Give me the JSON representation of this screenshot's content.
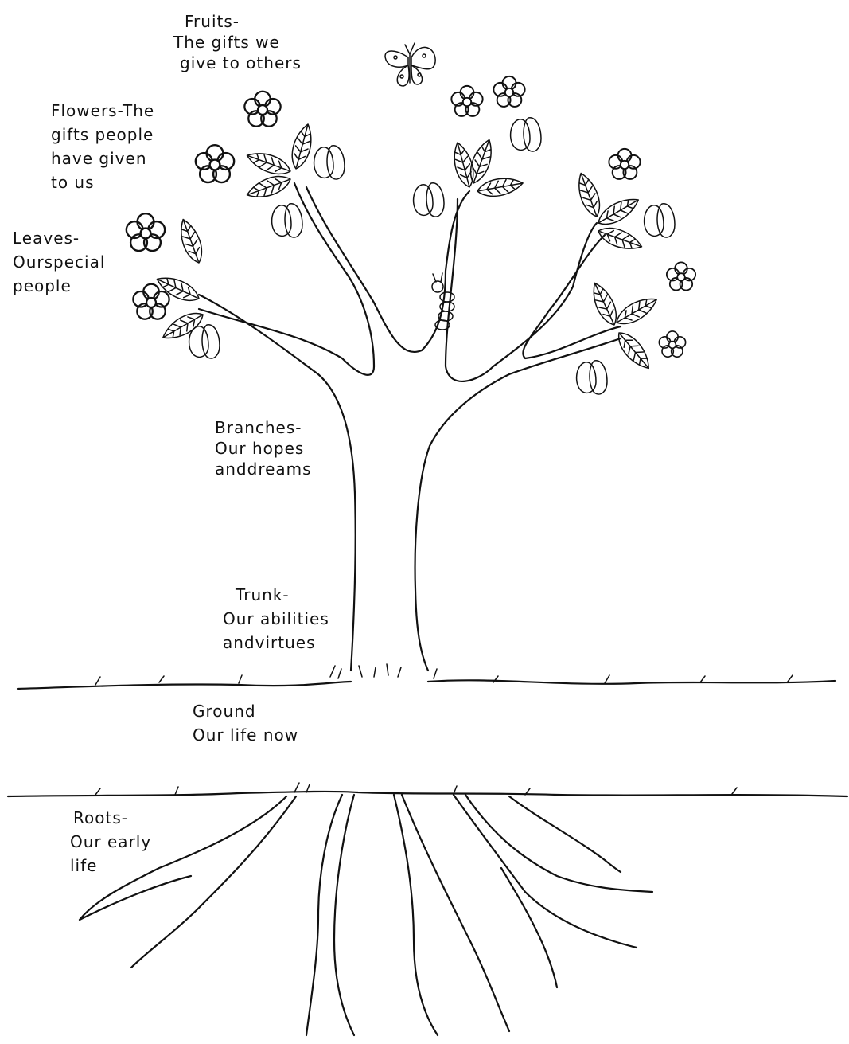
{
  "labels": {
    "fruits": {
      "title": "Fruits-",
      "lines": [
        "The gifts we",
        "give to others"
      ]
    },
    "flowers": {
      "title": "Flowers-The",
      "lines": [
        "gifts people",
        "have given",
        "to us"
      ]
    },
    "leaves": {
      "title": "Leaves-",
      "lines": [
        "Ourspecial",
        "people"
      ]
    },
    "branches": {
      "title": "Branches-",
      "lines": [
        "Our hopes",
        "anddreams"
      ]
    },
    "trunk": {
      "title": "Trunk-",
      "lines": [
        "Our abilities",
        "andvirtues"
      ]
    },
    "ground": {
      "title": "Ground",
      "lines": [
        "Our life now"
      ]
    },
    "roots": {
      "title": "Roots-",
      "lines": [
        "Our early",
        "life"
      ]
    }
  }
}
